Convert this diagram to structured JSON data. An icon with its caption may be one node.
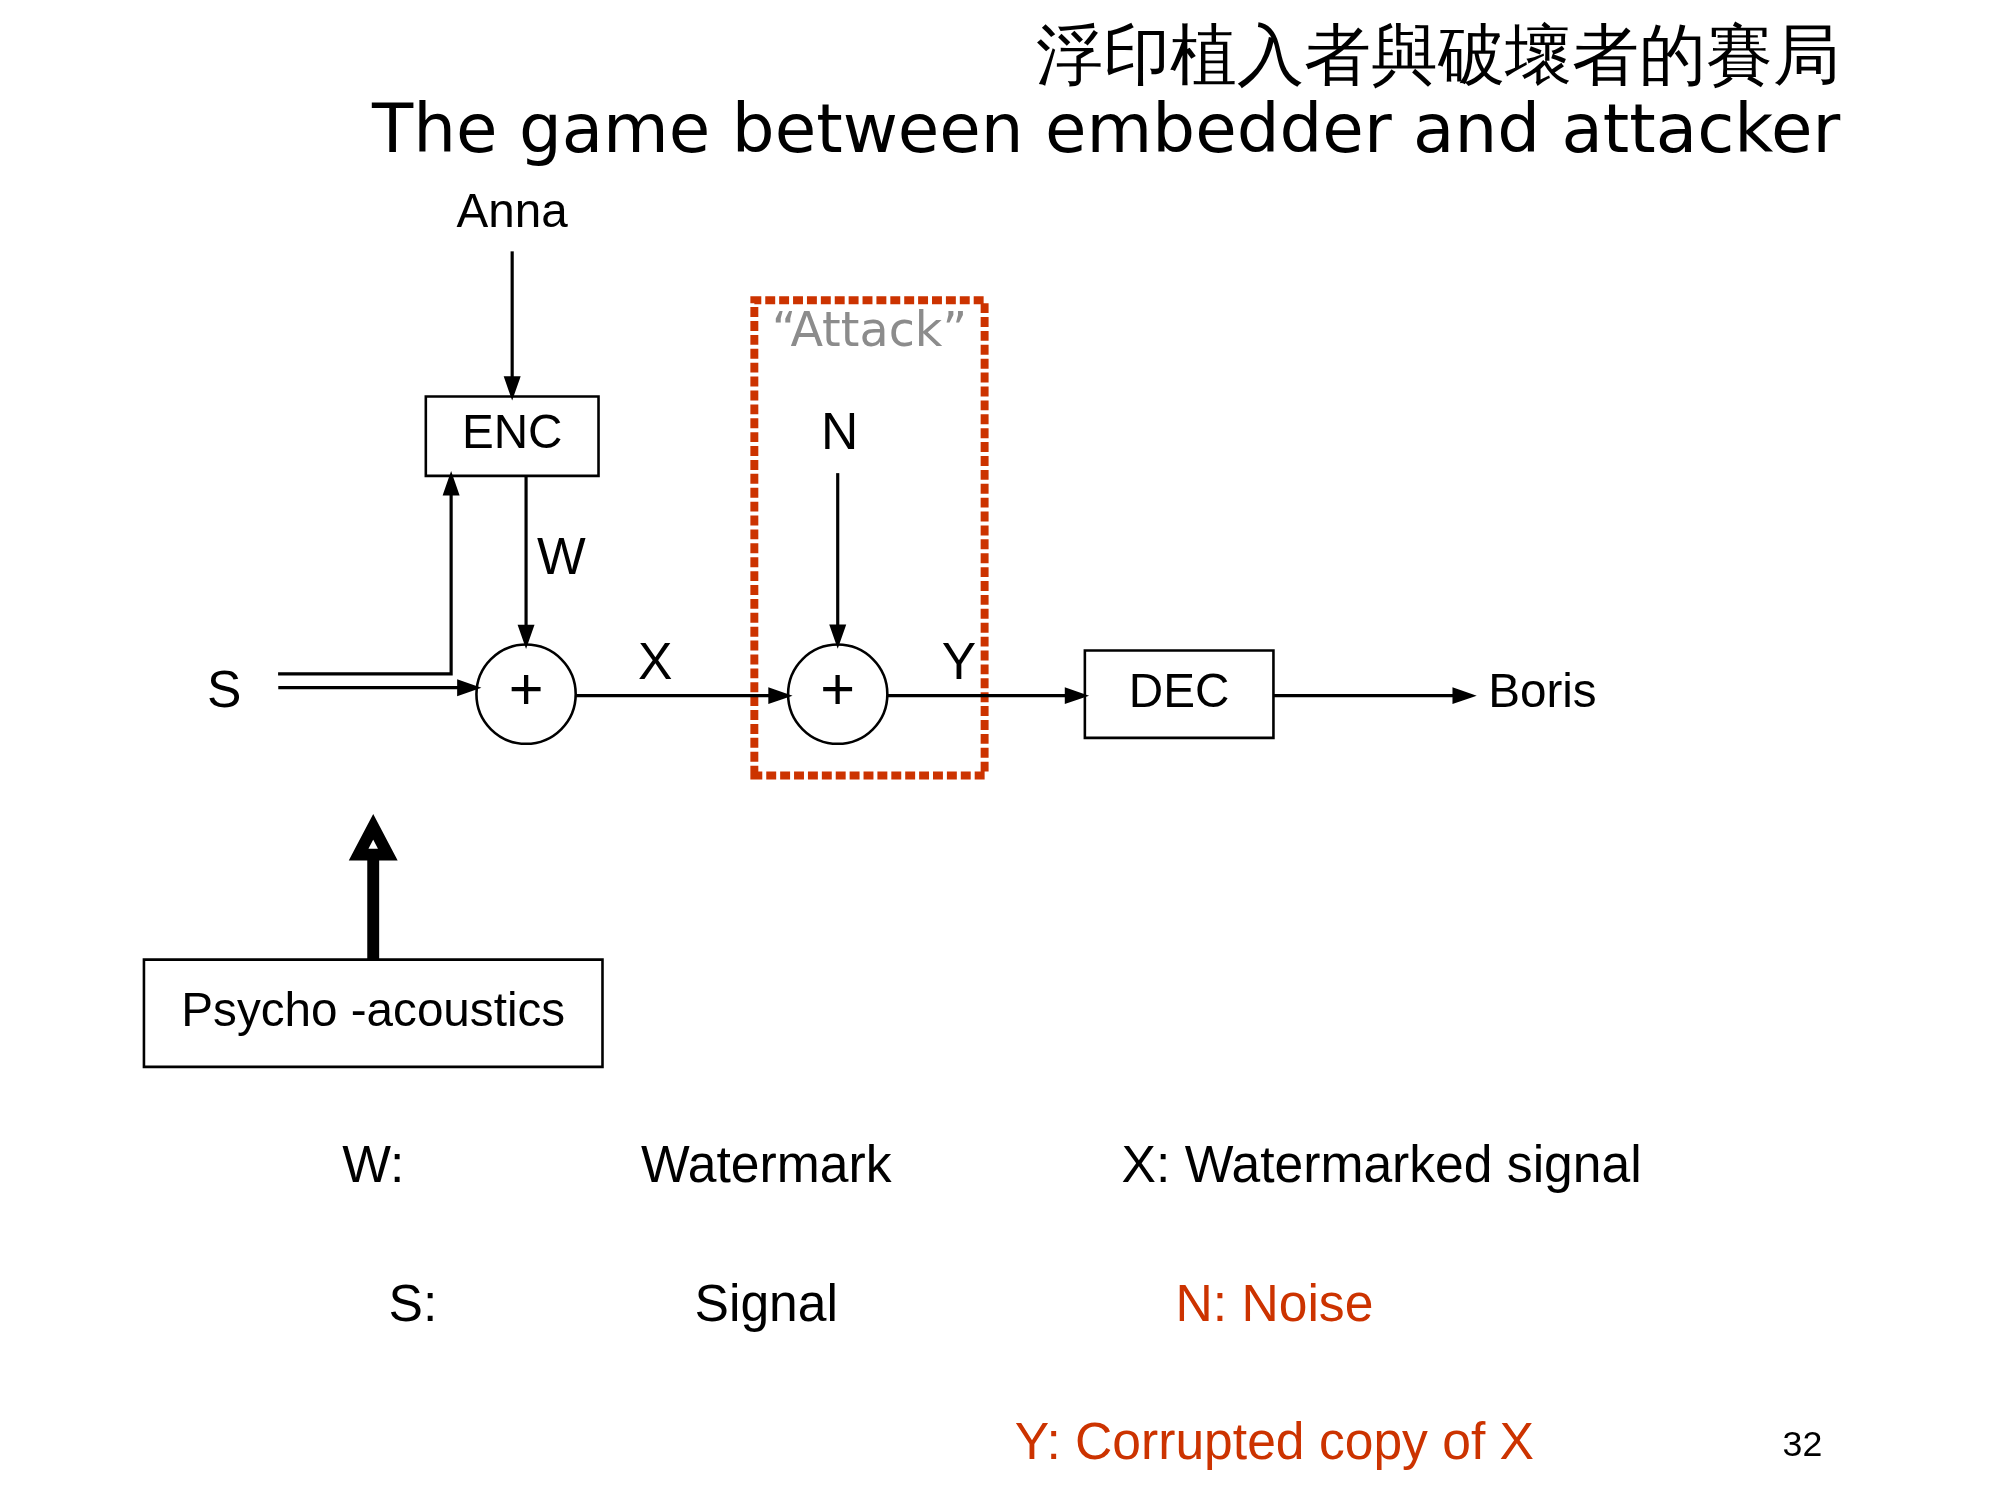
{
  "diagram": {
    "title": "浮印植入者與破壞者的賽局 The game between embedder and attacker",
    "nodes": [
      {
        "text": [
          "Anna"
        ]
      },
      {
        "text": [
          "ENC"
        ]
      },
      {
        "text": [
          "S"
        ]
      },
      {
        "text": [
          "+"
        ]
      },
      {
        "text": [
          "Psycho -acoustics"
        ]
      },
      {
        "text": [
          "“Attack”"
        ]
      },
      {
        "text": [
          "N"
        ],
        "in": 5
      },
      {
        "text": [
          "+"
        ],
        "in": 5
      },
      {
        "text": [
          "DEC"
        ]
      },
      {
        "text": [
          "Boris"
        ]
      }
    ],
    "edges": [
      {
        "from": 0,
        "to": 1,
        "arrow": "to"
      },
      {
        "from": 2,
        "to": 1,
        "arrow": "to"
      },
      {
        "from": 2,
        "to": 3,
        "arrow": "to"
      },
      {
        "from": 1,
        "to": 3,
        "arrow": "to",
        "label": "W"
      },
      {
        "from": 4,
        "to": null,
        "arrow": "to",
        "style": "thick"
      },
      {
        "from": 3,
        "to": 7,
        "arrow": "to",
        "label": "X"
      },
      {
        "from": 6,
        "to": 7,
        "arrow": "to"
      },
      {
        "from": 7,
        "to": 8,
        "arrow": "to",
        "label": "Y"
      },
      {
        "from": 8,
        "to": 9,
        "arrow": "to"
      }
    ],
    "labels": [
      "W:",
      "Watermark",
      "X: Watermarked signal",
      "S:",
      "Signal",
      "N: Noise",
      "Y: Corrupted copy of X",
      "32"
    ]
  }
}
